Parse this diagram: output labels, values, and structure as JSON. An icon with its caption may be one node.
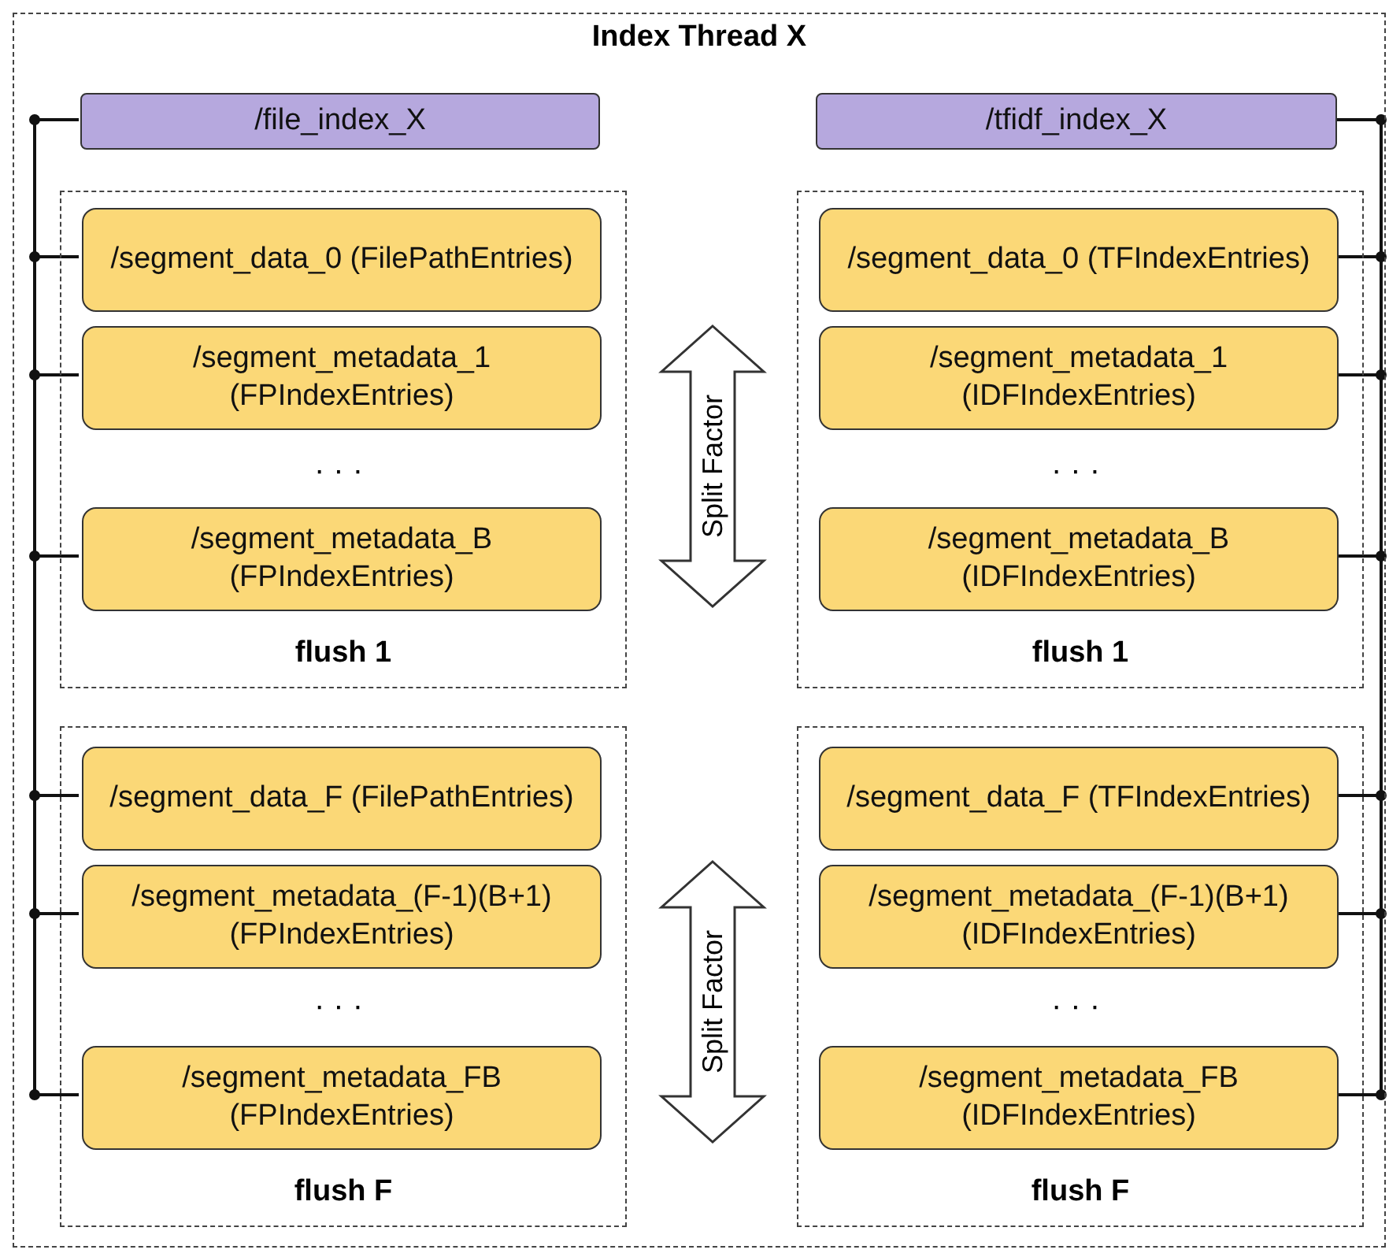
{
  "diagram": {
    "nodes": [
      {
        "text": [
          "Index Thread X"
        ]
      },
      {
        "text": [
          "/file_index_X"
        ],
        "in": 0
      },
      {
        "text": [
          "/tfidf_index_X"
        ],
        "in": 0
      },
      {
        "text": [
          "flush 1"
        ],
        "in": 0
      },
      {
        "text": [
          "/segment_data_0 (FilePathEntries)"
        ],
        "in": 3
      },
      {
        "text": [
          "/segment_metadata_1 (FPIndexEntries)"
        ],
        "in": 3
      },
      {
        "text": [
          "/segment_metadata_B (FPIndexEntries)"
        ],
        "in": 3
      },
      {
        "text": [
          "Split Factor"
        ],
        "in": 0
      },
      {
        "text": [
          "flush 1"
        ],
        "in": 0
      },
      {
        "text": [
          "/segment_data_0 (TFIndexEntries)"
        ],
        "in": 8
      },
      {
        "text": [
          "/segment_metadata_1 (IDFIndexEntries)"
        ],
        "in": 8
      },
      {
        "text": [
          "/segment_metadata_B (IDFIndexEntries)"
        ],
        "in": 8
      },
      {
        "text": [
          "flush F"
        ],
        "in": 0
      },
      {
        "text": [
          "/segment_data_F (FilePathEntries)"
        ],
        "in": 12
      },
      {
        "text": [
          "/segment_metadata_(F-1)(B+1) (FPIndexEntries)"
        ],
        "in": 12
      },
      {
        "text": [
          "/segment_metadata_FB (FPIndexEntries)"
        ],
        "in": 12
      },
      {
        "text": [
          "Split Factor"
        ],
        "in": 0
      },
      {
        "text": [
          "flush F"
        ],
        "in": 0
      },
      {
        "text": [
          "/segment_data_F (TFIndexEntries)"
        ],
        "in": 17
      },
      {
        "text": [
          "/segment_metadata_(F-1)(B+1) (IDFIndexEntries)"
        ],
        "in": 17
      },
      {
        "text": [
          "/segment_metadata_FB (IDFIndexEntries)"
        ],
        "in": 17
      }
    ],
    "edges": [
      {
        "from": 1,
        "to": 4,
        "arrow": "none"
      },
      {
        "from": 1,
        "to": 5,
        "arrow": "none"
      },
      {
        "from": 1,
        "to": 6,
        "arrow": "none"
      },
      {
        "from": 1,
        "to": 13,
        "arrow": "none"
      },
      {
        "from": 1,
        "to": 14,
        "arrow": "none"
      },
      {
        "from": 1,
        "to": 15,
        "arrow": "none"
      },
      {
        "from": 2,
        "to": 9,
        "arrow": "none"
      },
      {
        "from": 2,
        "to": 10,
        "arrow": "none"
      },
      {
        "from": 2,
        "to": 11,
        "arrow": "none"
      },
      {
        "from": 2,
        "to": 18,
        "arrow": "none"
      },
      {
        "from": 2,
        "to": 19,
        "arrow": "none"
      },
      {
        "from": 2,
        "to": 20,
        "arrow": "none"
      }
    ],
    "labels": [
      "· · ·",
      "· · ·",
      "· · ·",
      "· · ·"
    ]
  }
}
